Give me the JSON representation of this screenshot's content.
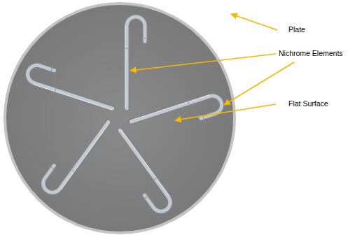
{
  "diagram": {
    "labels": [
      "Plate",
      "Nichrome Elements",
      "Flat Surface"
    ]
  }
}
